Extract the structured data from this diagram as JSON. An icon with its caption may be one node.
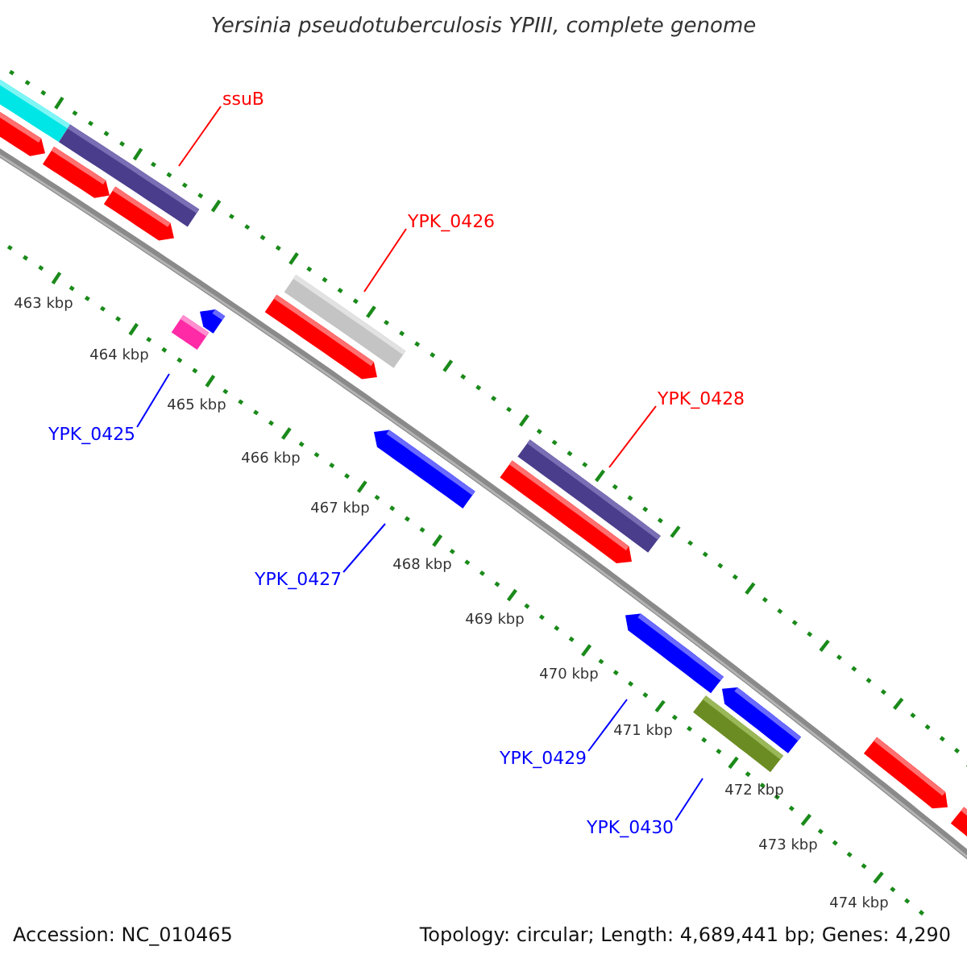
{
  "diagram": {
    "title": "Yersinia pseudotuberculosis YPIII, complete genome",
    "nodes": [
      {
        "text": [
          "ssuB"
        ]
      },
      {
        "text": [
          "YPK_0426"
        ]
      },
      {
        "text": [
          "YPK_0428"
        ]
      },
      {
        "text": [
          "YPK_0425"
        ]
      },
      {
        "text": [
          "YPK_0427"
        ]
      },
      {
        "text": [
          "YPK_0429"
        ]
      },
      {
        "text": [
          "YPK_0430"
        ]
      }
    ],
    "edges": [
      {
        "from": 0,
        "to": null,
        "arrow": "none",
        "color": "#ff0000"
      },
      {
        "from": 1,
        "to": null,
        "arrow": "none",
        "color": "#ff0000"
      },
      {
        "from": 2,
        "to": null,
        "arrow": "none",
        "color": "#ff0000"
      },
      {
        "from": 3,
        "to": null,
        "arrow": "none"
      },
      {
        "from": 4,
        "to": null,
        "arrow": "none"
      },
      {
        "from": 5,
        "to": null,
        "arrow": "none"
      },
      {
        "from": 6,
        "to": null,
        "arrow": "none"
      }
    ],
    "labels": [
      "463 kbp",
      "464 kbp",
      "465 kbp",
      "466 kbp",
      "467 kbp",
      "468 kbp",
      "469 kbp",
      "470 kbp",
      "471 kbp",
      "472 kbp",
      "473 kbp",
      "474 kbp",
      "Accession: NC_010465",
      "Topology: circular; Length: 4,689,441 bp; Genes: 4,290"
    ]
  }
}
